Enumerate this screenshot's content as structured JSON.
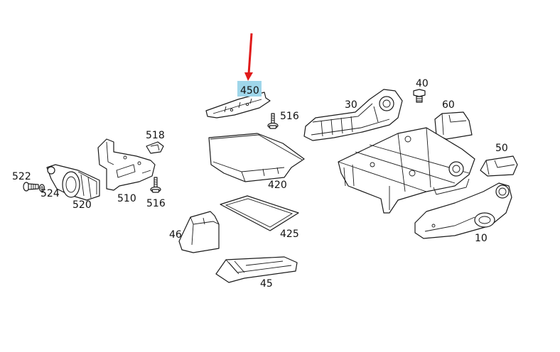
{
  "highlight_color": "#9fd6ea",
  "arrow_color": "#e01b1b",
  "highlighted_part": "450",
  "labels": {
    "p450": "450",
    "p516a": "516",
    "p30": "30",
    "p40": "40",
    "p60": "60",
    "p518": "518",
    "p522": "522",
    "p524": "524",
    "p520": "520",
    "p510": "510",
    "p516b": "516",
    "p420": "420",
    "p50": "50",
    "p425": "425",
    "p46": "46",
    "p10": "10",
    "p45": "45"
  }
}
